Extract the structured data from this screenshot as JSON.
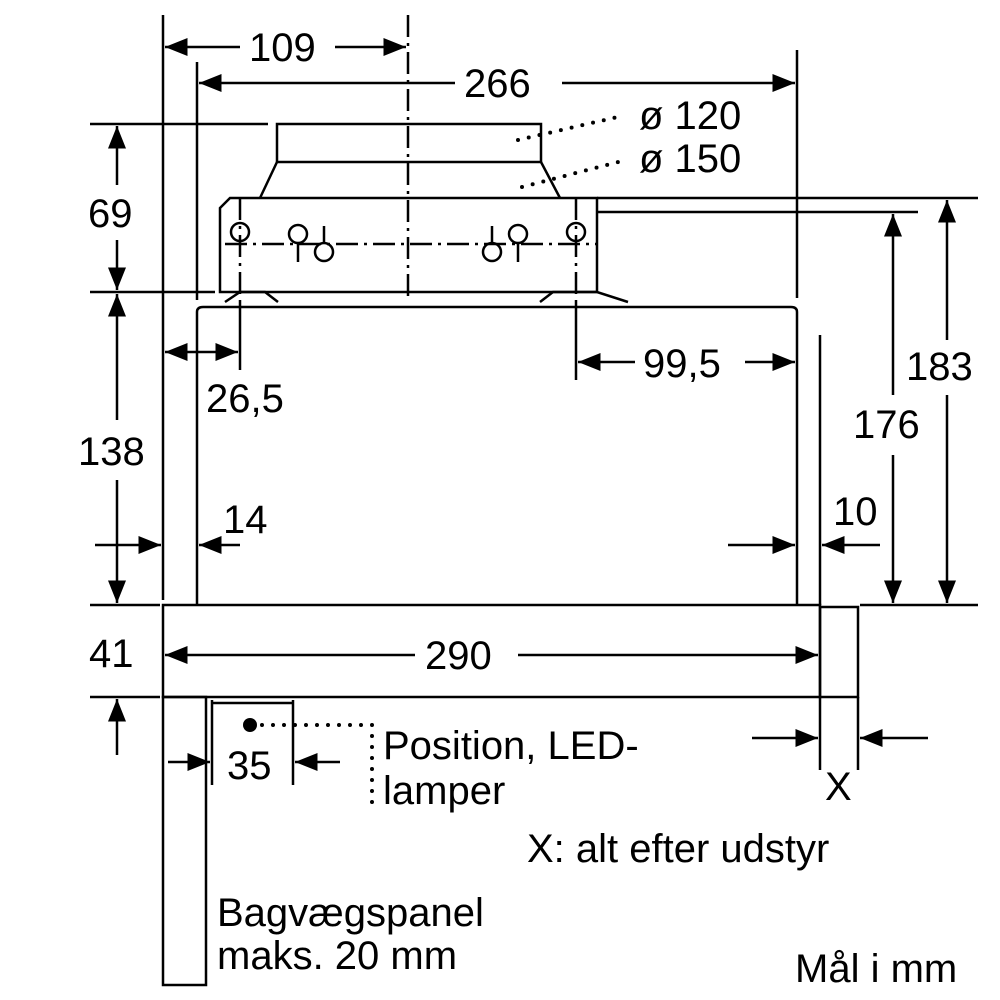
{
  "dimensions": {
    "d109": "109",
    "d266": "266",
    "d69": "69",
    "d138": "138",
    "d41": "41",
    "d26_5": "26,5",
    "d14": "14",
    "d99_5": "99,5",
    "d183": "183",
    "d176": "176",
    "d10": "10",
    "d290": "290",
    "d35": "35",
    "dX": "X"
  },
  "labels": {
    "duct_120": "ø 120",
    "duct_150": "ø 150",
    "led_line1": "Position, LED-",
    "led_line2": "lamper",
    "x_note": "X: alt efter udstyr",
    "panel_line1": "Bagvægspanel",
    "panel_line2": "maks. 20 mm",
    "units": "Mål i mm"
  },
  "colors": {
    "line": "#000000",
    "background": "#ffffff"
  }
}
